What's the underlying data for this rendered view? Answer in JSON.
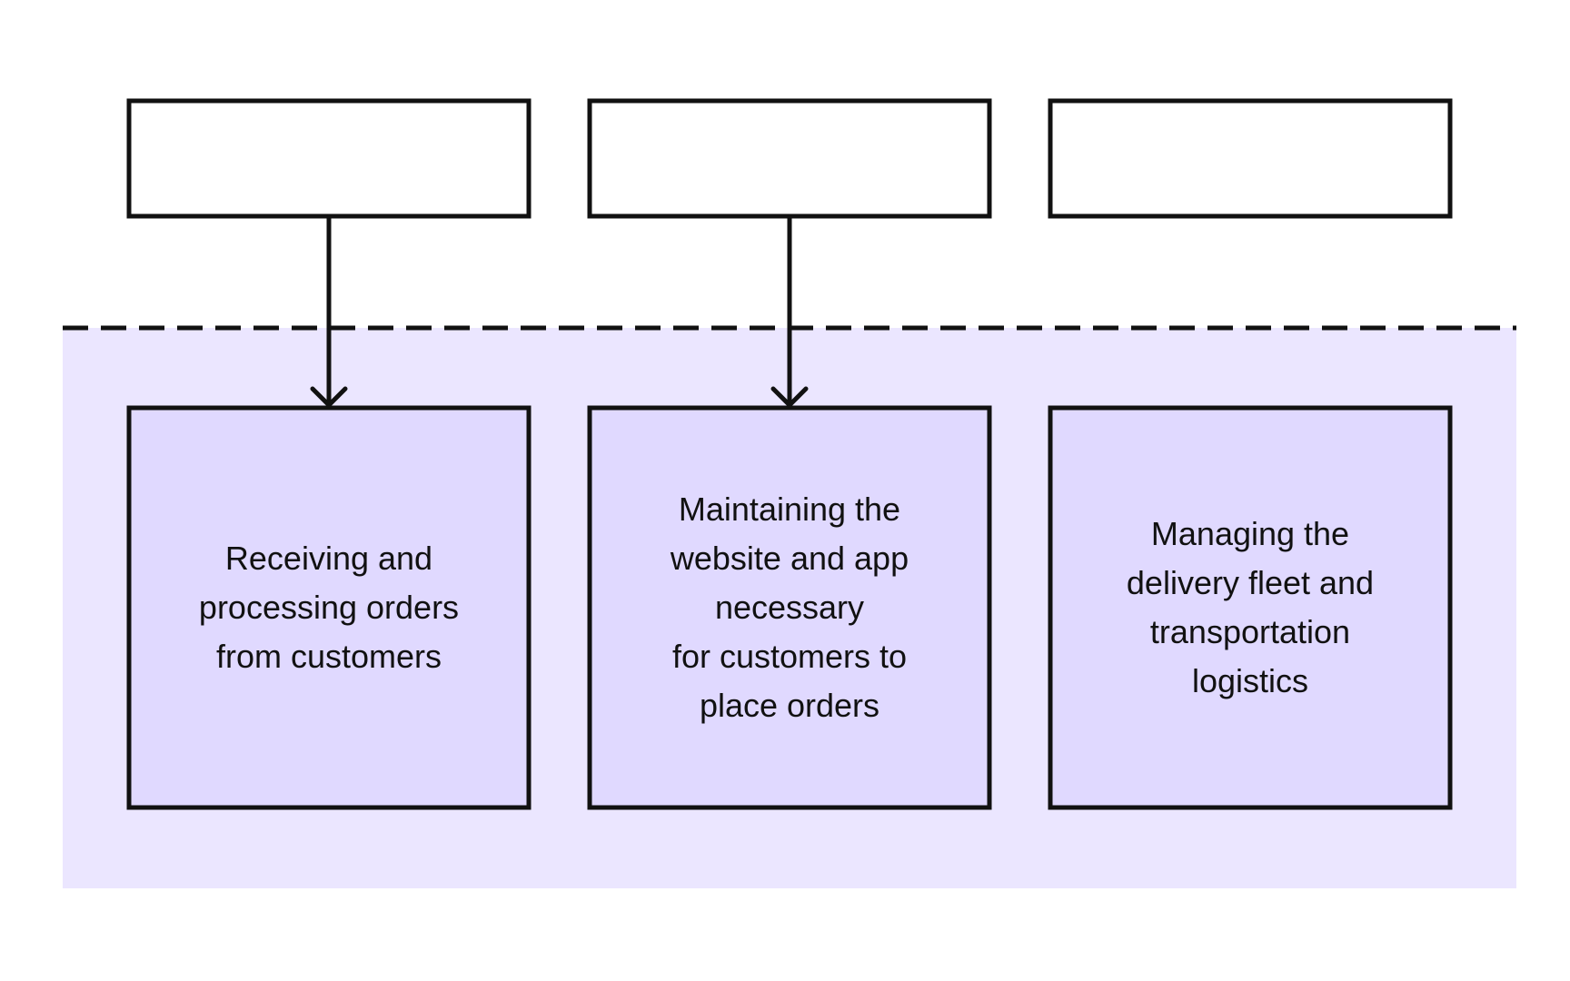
{
  "colors": {
    "background": "#ffffff",
    "region_fill": "#ebe6ff",
    "box_fill": "#e0d9ff",
    "stroke": "#111111"
  },
  "top_boxes": [
    {
      "label": ""
    },
    {
      "label": ""
    },
    {
      "label": ""
    }
  ],
  "bottom_boxes": [
    {
      "label": "Receiving and\nprocessing orders\nfrom customers"
    },
    {
      "label": "Maintaining the\nwebsite and app\nnecessary\nfor customers to\nplace orders"
    },
    {
      "label": "Managing the\ndelivery fleet and\ntransportation\nlogistics"
    }
  ],
  "connections": [
    {
      "from": "top_boxes.0",
      "to": "bottom_boxes.0"
    },
    {
      "from": "top_boxes.1",
      "to": "bottom_boxes.1"
    }
  ]
}
